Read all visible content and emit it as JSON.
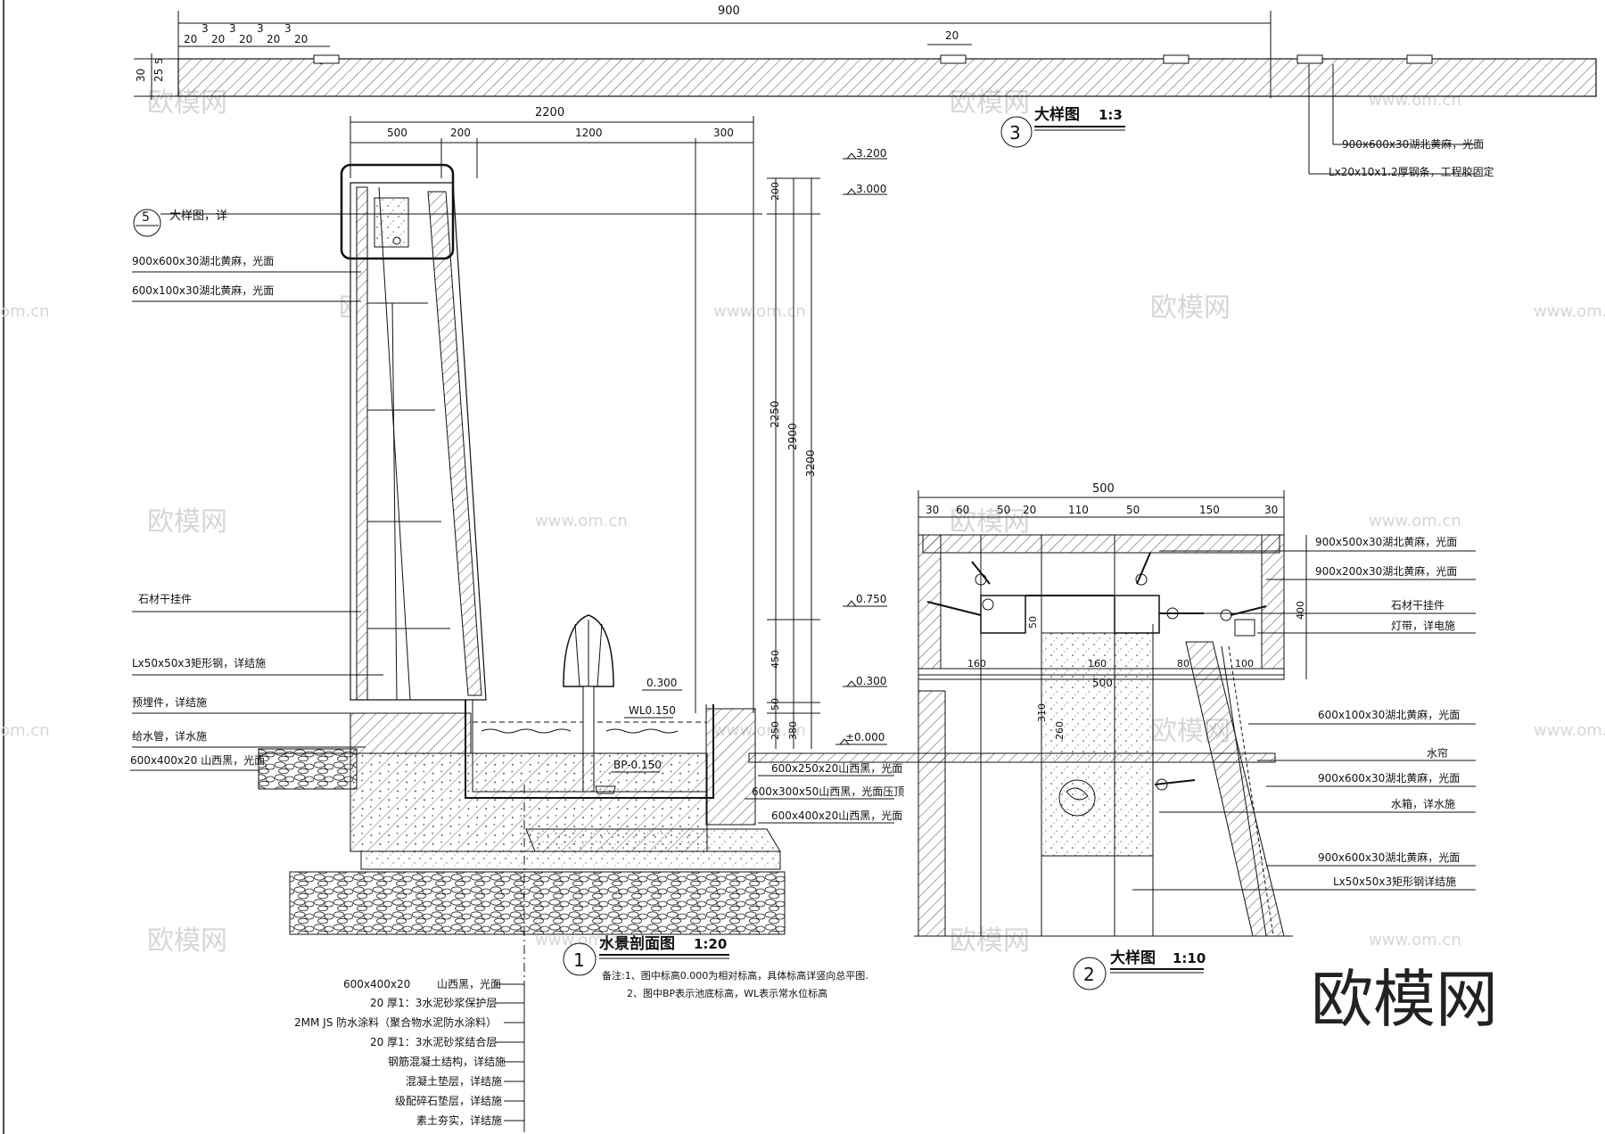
{
  "watermarks": {
    "brand_cn": "欧模网",
    "site": "www.om.cn",
    "site_short": "om.cn",
    "big_logo": "欧模网"
  },
  "detail3": {
    "title": "大样图",
    "scale": "1:3",
    "number": "3",
    "dims": {
      "total": "900",
      "a": "20",
      "b": "3",
      "top_20": "20",
      "h30": "30",
      "h25": "25",
      "h5": "5"
    },
    "notes": [
      "900x600x30湖北黄麻，光面",
      "Lx20x10x1.2厚钢条，工程胶固定"
    ]
  },
  "detail1": {
    "title": "水景剖面图",
    "scale": "1:20",
    "number": "1",
    "dims_top": [
      "2200",
      "500",
      "200",
      "1200",
      "300"
    ],
    "dims_right": [
      "200",
      "2250",
      "2900",
      "3200",
      "450",
      "50",
      "250",
      "380"
    ],
    "elevations": [
      "3.200",
      "3.000",
      "0.750",
      "0.300",
      "±0.000"
    ],
    "pool_marks": [
      "0.300",
      "WL0.150",
      "BP-0.150"
    ],
    "callout": {
      "number": "5",
      "text": "大样图，详"
    },
    "left_labels": [
      "900x600x30湖北黄麻，光面",
      "600x100x30湖北黄麻，光面",
      "石材干挂件",
      "Lx50x50x3矩形钢，详结施",
      "预埋件，详结施",
      "给水管，详水施",
      "600x400x20 山西黑，光面"
    ],
    "right_labels": [
      "600x250x20山西黑，光面",
      "600x300x50山西黑，光面压顶",
      "600x400x20山西黑，光面"
    ],
    "layers": [
      {
        "a": "600x400x20",
        "b": "山西黑，光面"
      },
      {
        "a": "20 厚1：3水泥砂浆保护层",
        "b": ""
      },
      {
        "a": "2MM  JS 防水涂料（聚合物水泥防水涂料）",
        "b": ""
      },
      {
        "a": "20 厚1：3水泥砂浆结合层",
        "b": ""
      },
      {
        "a": "钢筋混凝土结构，详结施",
        "b": ""
      },
      {
        "a": "混凝土垫层，详结施",
        "b": ""
      },
      {
        "a": "级配碎石垫层，详结施",
        "b": ""
      },
      {
        "a": "素土夯实，详结施",
        "b": ""
      }
    ],
    "notes": [
      "备注:1、图中标高0.000为相对标高，具体标高详竖向总平图.",
      "2、图中BP表示池底标高，WL表示常水位标高"
    ]
  },
  "detail2": {
    "title": "大样图",
    "scale": "1:10",
    "number": "2",
    "dims_top": [
      "500",
      "30",
      "60",
      "50",
      "20",
      "110",
      "50",
      "150",
      "30"
    ],
    "dims_mid": [
      "160",
      "160",
      "80",
      "100",
      "500"
    ],
    "dims_side": [
      "50",
      "310",
      "260",
      "400"
    ],
    "labels": [
      "900x500x30湖北黄麻，光面",
      "900x200x30湖北黄麻，光面",
      "石材干挂件",
      "灯带，详电施",
      "600x100x30湖北黄麻，光面",
      "水帘",
      "900x600x30湖北黄麻，光面",
      "水箱，详水施",
      "900x600x30湖北黄麻，光面",
      "Lx50x50x3矩形钢详结施"
    ]
  }
}
